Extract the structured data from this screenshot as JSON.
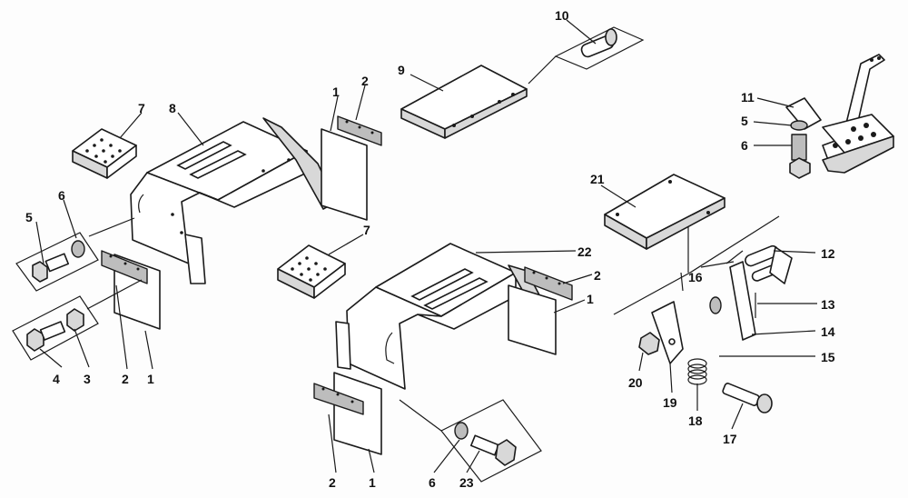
{
  "diagram": {
    "callouts": [
      {
        "id": "c10",
        "label": "10"
      },
      {
        "id": "c9",
        "label": "9"
      },
      {
        "id": "c11",
        "label": "11"
      },
      {
        "id": "c5a",
        "label": "5"
      },
      {
        "id": "c6a",
        "label": "6"
      },
      {
        "id": "c7a",
        "label": "7"
      },
      {
        "id": "c8",
        "label": "8"
      },
      {
        "id": "c1a",
        "label": "1"
      },
      {
        "id": "c2a",
        "label": "2"
      },
      {
        "id": "c21",
        "label": "21"
      },
      {
        "id": "c5b",
        "label": "5"
      },
      {
        "id": "c6b",
        "label": "6"
      },
      {
        "id": "c7b",
        "label": "7"
      },
      {
        "id": "c22",
        "label": "22"
      },
      {
        "id": "c12",
        "label": "12"
      },
      {
        "id": "c16",
        "label": "16"
      },
      {
        "id": "c2b",
        "label": "2"
      },
      {
        "id": "c1b",
        "label": "1"
      },
      {
        "id": "c13",
        "label": "13"
      },
      {
        "id": "c14",
        "label": "14"
      },
      {
        "id": "c15",
        "label": "15"
      },
      {
        "id": "c4",
        "label": "4"
      },
      {
        "id": "c3",
        "label": "3"
      },
      {
        "id": "c2c",
        "label": "2"
      },
      {
        "id": "c1c",
        "label": "1"
      },
      {
        "id": "c20",
        "label": "20"
      },
      {
        "id": "c19",
        "label": "19"
      },
      {
        "id": "c18",
        "label": "18"
      },
      {
        "id": "c17",
        "label": "17"
      },
      {
        "id": "c2d",
        "label": "2"
      },
      {
        "id": "c1d",
        "label": "1"
      },
      {
        "id": "c6c",
        "label": "6"
      },
      {
        "id": "c23",
        "label": "23"
      }
    ]
  }
}
